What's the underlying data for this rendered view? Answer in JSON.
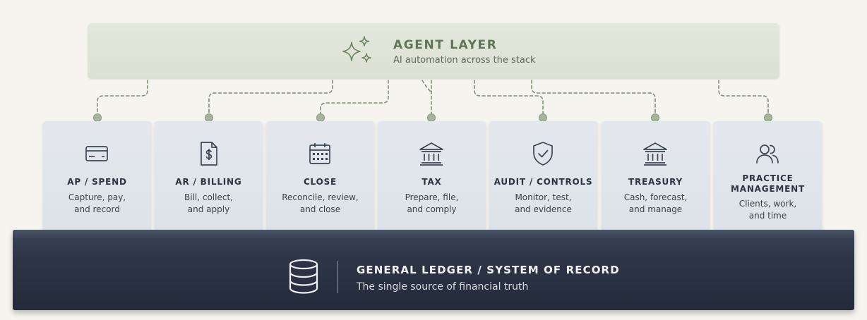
{
  "agent_layer": {
    "title": "AGENT LAYER",
    "subtitle": "AI automation across the stack",
    "icon": "sparkles-icon"
  },
  "modules": [
    {
      "key": "ap-spend",
      "icon": "credit-card-icon",
      "title_lines": [
        "AP / SPEND"
      ],
      "desc_lines": [
        "Capture, pay,",
        "and record"
      ]
    },
    {
      "key": "ar-billing",
      "icon": "invoice-dollar-icon",
      "title_lines": [
        "AR / BILLING"
      ],
      "desc_lines": [
        "Bill, collect,",
        "and apply"
      ]
    },
    {
      "key": "close",
      "icon": "calendar-icon",
      "title_lines": [
        "CLOSE"
      ],
      "desc_lines": [
        "Reconcile, review,",
        "and close"
      ]
    },
    {
      "key": "tax",
      "icon": "bank-building-icon",
      "title_lines": [
        "TAX"
      ],
      "desc_lines": [
        "Prepare, file,",
        "and comply"
      ]
    },
    {
      "key": "audit-controls",
      "icon": "shield-check-icon",
      "title_lines": [
        "AUDIT / CONTROLS"
      ],
      "desc_lines": [
        "Monitor, test,",
        "and evidence"
      ]
    },
    {
      "key": "treasury",
      "icon": "bank-building-icon",
      "title_lines": [
        "TREASURY"
      ],
      "desc_lines": [
        "Cash, forecast,",
        "and manage"
      ]
    },
    {
      "key": "practice-management",
      "icon": "users-icon",
      "title_lines": [
        "PRACTICE",
        "MANAGEMENT"
      ],
      "desc_lines": [
        "Clients, work,",
        "and time"
      ]
    }
  ],
  "ledger": {
    "title": "GENERAL LEDGER / SYSTEM OF RECORD",
    "subtitle": "The single source of financial truth",
    "icon": "database-icon"
  },
  "colors": {
    "background": "#f6f4ee",
    "agent_layer_fill": "#dfe3d7",
    "agent_accent": "#5f7556",
    "connector": "#7d8f73",
    "card_fill": "#e1e5eb",
    "card_text": "#2d3340",
    "ledger_fill": "#2c3446",
    "ledger_text": "#f1f2f4"
  }
}
